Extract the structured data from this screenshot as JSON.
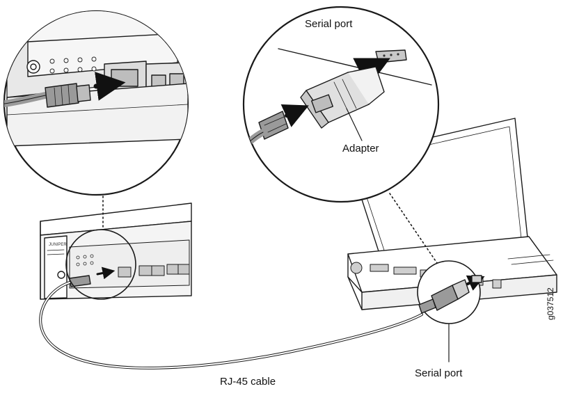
{
  "labels": {
    "serial_port_top": "Serial port",
    "adapter": "Adapter",
    "serial_port_bottom": "Serial port",
    "cable": "RJ-45 cable",
    "figure_id": "g037512"
  },
  "logo_text": "JUNIPER",
  "colors": {
    "line": "#1a1a1a",
    "device_face": "#f2f2f2",
    "device_top": "#ffffff",
    "port": "#bdbdbd",
    "cable": "#9a9a9a",
    "arrow": "#111111"
  }
}
